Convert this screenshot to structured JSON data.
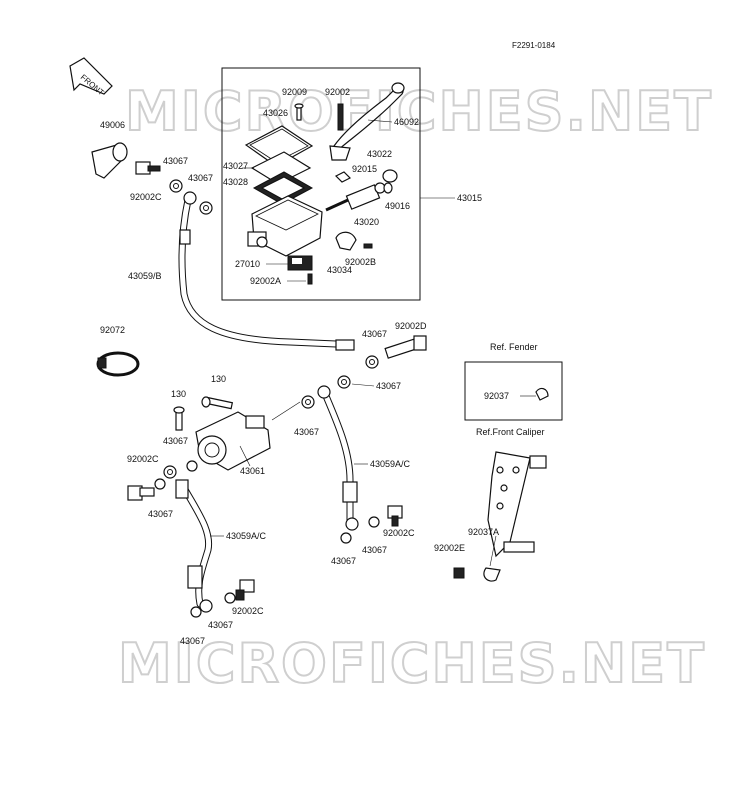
{
  "figure_code": "F2291-0184",
  "front_label": "FRONT",
  "watermark_top": "MICROFICHES.NET",
  "watermark_bottom": "MICROFICHES.NET",
  "ref_fender": "Ref. Fender",
  "ref_caliper": "Ref.Front Caliper",
  "labels": {
    "l92009": "92009",
    "l92002": "92002",
    "l43026": "43026",
    "l46092": "46092",
    "l49006": "49006",
    "l43067a": "43067",
    "l43027": "43027",
    "l43067b": "43067",
    "l43028": "43028",
    "l43022": "43022",
    "l92015": "92015",
    "l92002c_a": "92002C",
    "l49016": "49016",
    "l43015": "43015",
    "l43020": "43020",
    "l27010": "27010",
    "l92002b": "92002B",
    "l43034": "43034",
    "l43059b": "43059/B",
    "l92002a": "92002A",
    "l92072": "92072",
    "l43067c": "43067",
    "l92002d": "92002D",
    "l43067d": "43067",
    "l130a": "130",
    "l130b": "130",
    "l92037": "92037",
    "l43067e": "43067",
    "l43067f": "43067",
    "l43061": "43061",
    "l92002c_b": "92002C",
    "l43059ac_a": "43059A/C",
    "l43067g": "43067",
    "l43059ac_b": "43059A/C",
    "l92002c_c": "92002C",
    "l43067h": "43067",
    "l43067i": "43067",
    "l92037a": "92037A",
    "l92002e": "92002E",
    "l92002c_d": "92002C",
    "l43067j": "43067",
    "l43067k": "43067"
  }
}
